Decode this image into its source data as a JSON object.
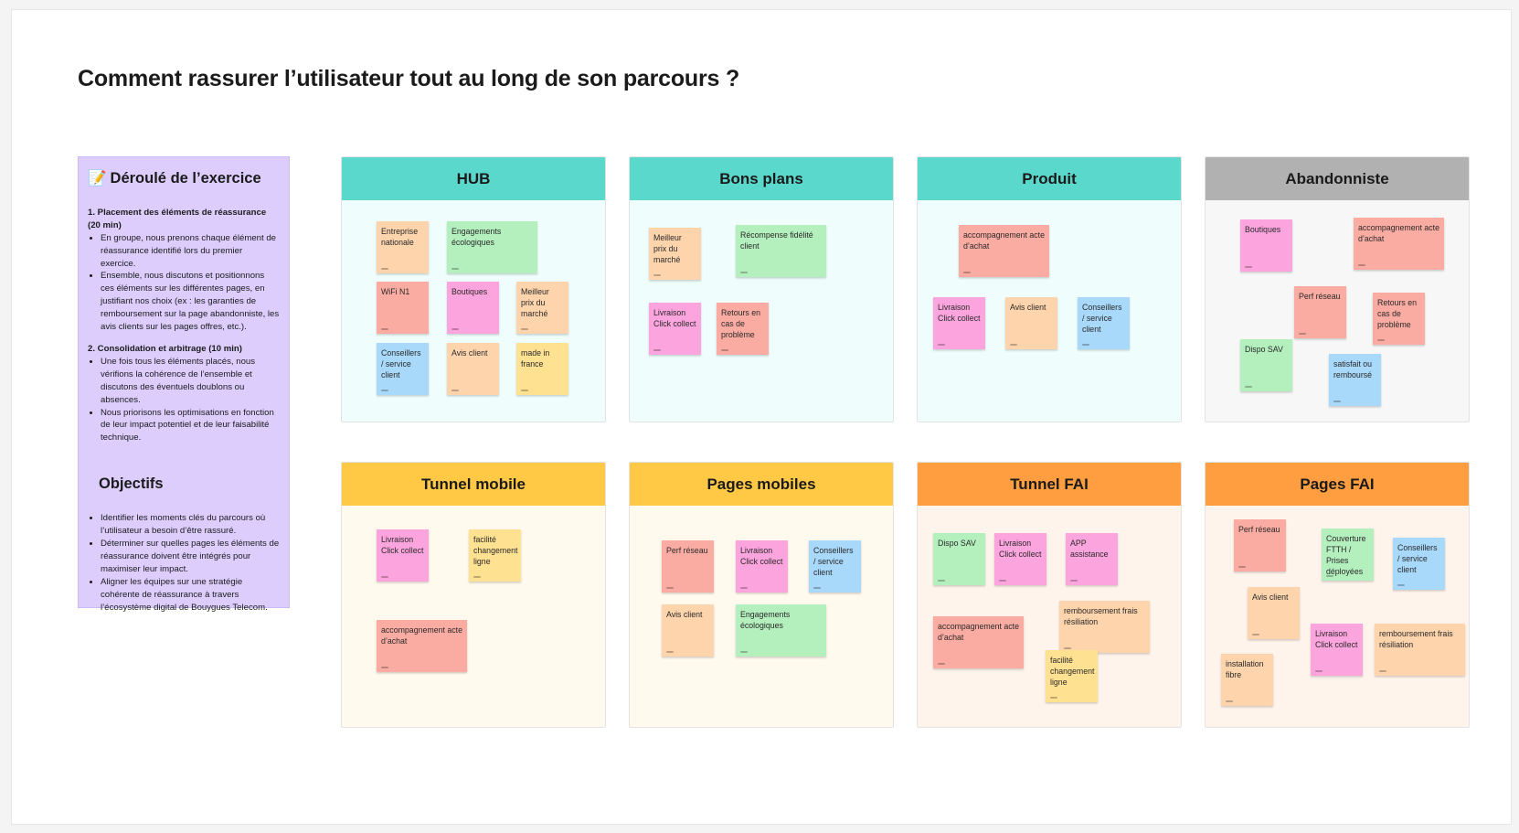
{
  "colors": {
    "orange": "#fdd4ac",
    "green": "#b4efbe",
    "red": "#fbaca2",
    "pink": "#fca4de",
    "blue": "#a8d9fa",
    "yellow": "#ffe192",
    "teal_header": "#5bd8cc",
    "gray_header": "#b1b1b1",
    "yellow_header": "#ffc845",
    "orange_header": "#ff9e40"
  },
  "title": "Comment rassurer l’utilisateur tout au long de son parcours ?",
  "panel": {
    "emoji": "📝",
    "heading": "Déroulé de l’exercice",
    "step1_title": "1. Placement des éléments de réassurance (20 min)",
    "step1_items": [
      "En groupe, nous prenons chaque élément de réassurance identifié lors du premier exercice.",
      "Ensemble, nous discutons et positionnons ces éléments sur les différentes pages, en justifiant nos choix (ex : les garanties de remboursement sur la page abandonniste, les avis clients sur les pages offres, etc.)."
    ],
    "step2_title": "2. Consolidation et arbitrage (10 min)",
    "step2_items": [
      "Une fois tous les éléments placés, nous vérifions la cohérence de l’ensemble et discutons des éventuels doublons ou absences.",
      "Nous priorisons les optimisations en fonction de leur impact potentiel et de leur faisabilité technique."
    ],
    "objectives_title": "Objectifs",
    "objectives_items": [
      "Identifier les moments clés du parcours où l’utilisateur a besoin d’être rassuré.",
      "Déterminer sur quelles pages les éléments de réassurance doivent être intégrés pour maximiser leur impact.",
      "Aligner les équipes sur une stratégie cohérente de réassurance à travers l’écosystème digital de Bouygues Telecom."
    ]
  },
  "sections": [
    {
      "name": "HUB",
      "header": "#5bd8cc",
      "body": "#effefd",
      "notes": [
        {
          "text": "Entreprise nationale",
          "color": "orange",
          "w": 1
        },
        {
          "text": "Engagements écologiques",
          "color": "green",
          "w": 2
        },
        {
          "text": "WiFi N1",
          "color": "red",
          "w": 1
        },
        {
          "text": "Boutiques",
          "color": "pink",
          "w": 1
        },
        {
          "text": "Meilleur prix du marché",
          "color": "orange",
          "w": 1
        },
        {
          "text": "Conseillers / service client",
          "color": "blue",
          "w": 1
        },
        {
          "text": "Avis client",
          "color": "orange",
          "w": 1
        },
        {
          "text": "made in france",
          "color": "yellow",
          "w": 1
        }
      ]
    },
    {
      "name": "Bons plans",
      "header": "#5bd8cc",
      "body": "#effefd",
      "notes": [
        {
          "text": "Meilleur prix du marché",
          "color": "orange",
          "w": 1
        },
        {
          "text": "Récompense fidélité client",
          "color": "green",
          "w": 2
        },
        {
          "text": "Livraison Click collect",
          "color": "pink",
          "w": 1
        },
        {
          "text": "Retours en cas de problème",
          "color": "red",
          "w": 1
        }
      ]
    },
    {
      "name": "Produit",
      "header": "#5bd8cc",
      "body": "#effefd",
      "notes": [
        {
          "text": "accompagnement acte d’achat",
          "color": "red",
          "w": 2
        },
        {
          "text": "Livraison Click collect",
          "color": "pink",
          "w": 1
        },
        {
          "text": "Avis client",
          "color": "orange",
          "w": 1
        },
        {
          "text": "Conseillers / service client",
          "color": "blue",
          "w": 1
        }
      ]
    },
    {
      "name": "Abandonniste",
      "header": "#b1b1b1",
      "body": "#f7f7f7",
      "notes": [
        {
          "text": "Boutiques",
          "color": "pink",
          "w": 1
        },
        {
          "text": "accompagnement acte d’achat",
          "color": "red",
          "w": 2
        },
        {
          "text": "Perf réseau",
          "color": "red",
          "w": 1
        },
        {
          "text": "Retours en cas de problème",
          "color": "red",
          "w": 1
        },
        {
          "text": "Dispo SAV",
          "color": "green",
          "w": 1
        },
        {
          "text": "satisfait ou remboursé",
          "color": "blue",
          "w": 1
        }
      ]
    },
    {
      "name": "Tunnel mobile",
      "header": "#ffc845",
      "body": "#fff9ee",
      "notes": [
        {
          "text": "Livraison Click collect",
          "color": "pink",
          "w": 1
        },
        {
          "text": "facilité changement ligne",
          "color": "yellow",
          "w": 1
        },
        {
          "text": "accompagnement acte d’achat",
          "color": "red",
          "w": 2
        }
      ]
    },
    {
      "name": "Pages mobiles",
      "header": "#ffc845",
      "body": "#fff9ee",
      "notes": [
        {
          "text": "Perf réseau",
          "color": "red",
          "w": 1
        },
        {
          "text": "Livraison Click collect",
          "color": "pink",
          "w": 1
        },
        {
          "text": "Conseillers / service client",
          "color": "blue",
          "w": 1
        },
        {
          "text": "Avis client",
          "color": "orange",
          "w": 1
        },
        {
          "text": "Engagements écologiques",
          "color": "green",
          "w": 2
        }
      ]
    },
    {
      "name": "Tunnel FAI",
      "header": "#ff9e40",
      "body": "#fff4ec",
      "notes": [
        {
          "text": "Dispo SAV",
          "color": "green",
          "w": 1
        },
        {
          "text": "Livraison Click collect",
          "color": "pink",
          "w": 1
        },
        {
          "text": "APP assistance",
          "color": "pink",
          "w": 1
        },
        {
          "text": "remboursement frais résiliation",
          "color": "orange",
          "w": 2
        },
        {
          "text": "accompagnement acte d’achat",
          "color": "red",
          "w": 2
        },
        {
          "text": "facilité changement ligne",
          "color": "yellow",
          "w": 1
        }
      ]
    },
    {
      "name": "Pages FAI",
      "header": "#ff9e40",
      "body": "#fff4ec",
      "notes": [
        {
          "text": "Perf réseau",
          "color": "red",
          "w": 1
        },
        {
          "text": "Couverture FTTH / Prises déployées",
          "color": "green",
          "w": 1
        },
        {
          "text": "Conseillers / service client",
          "color": "blue",
          "w": 1
        },
        {
          "text": "Avis client",
          "color": "orange",
          "w": 1
        },
        {
          "text": "Livraison Click collect",
          "color": "pink",
          "w": 1
        },
        {
          "text": "remboursement frais résiliation",
          "color": "orange",
          "w": 2
        },
        {
          "text": "installation fibre",
          "color": "orange",
          "w": 1
        }
      ]
    }
  ]
}
